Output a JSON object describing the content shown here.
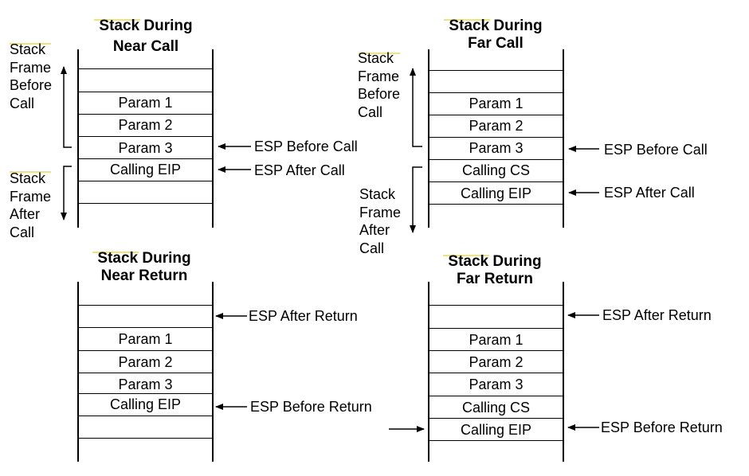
{
  "near_call": {
    "title_line1": "Stack During",
    "title_line2": "Near Call",
    "cells": [
      "Param 1",
      "Param 2",
      "Param 3",
      "Calling EIP"
    ],
    "esp_before": "ESP Before Call",
    "esp_after": "ESP After Call",
    "before_label": [
      "Stack",
      "Frame",
      "Before",
      "Call"
    ],
    "after_label": [
      "Stack",
      "Frame",
      "After",
      "Call"
    ]
  },
  "far_call": {
    "title_line1": "Stack During",
    "title_line2": "Far Call",
    "cells": [
      "Param 1",
      "Param 2",
      "Param 3",
      "Calling CS",
      "Calling EIP"
    ],
    "esp_before": "ESP Before Call",
    "esp_after": "ESP After Call",
    "before_label": [
      "Stack",
      "Frame",
      "Before",
      "Call"
    ],
    "after_label": [
      "Stack",
      "Frame",
      "After",
      "Call"
    ]
  },
  "near_return": {
    "title_line1": "Stack During",
    "title_line2": "Near Return",
    "cells": [
      "Param 1",
      "Param 2",
      "Param 3",
      "Calling EIP"
    ],
    "esp_after": "ESP After Return",
    "esp_before": "ESP Before Return"
  },
  "far_return": {
    "title_line1": "Stack During",
    "title_line2": "Far Return",
    "cells": [
      "Param 1",
      "Param 2",
      "Param 3",
      "Calling CS",
      "Calling EIP"
    ],
    "esp_after": "ESP After Return",
    "esp_before": "ESP Before Return"
  },
  "colors": {
    "line": "#000000",
    "highlight": "#f2e27a"
  }
}
